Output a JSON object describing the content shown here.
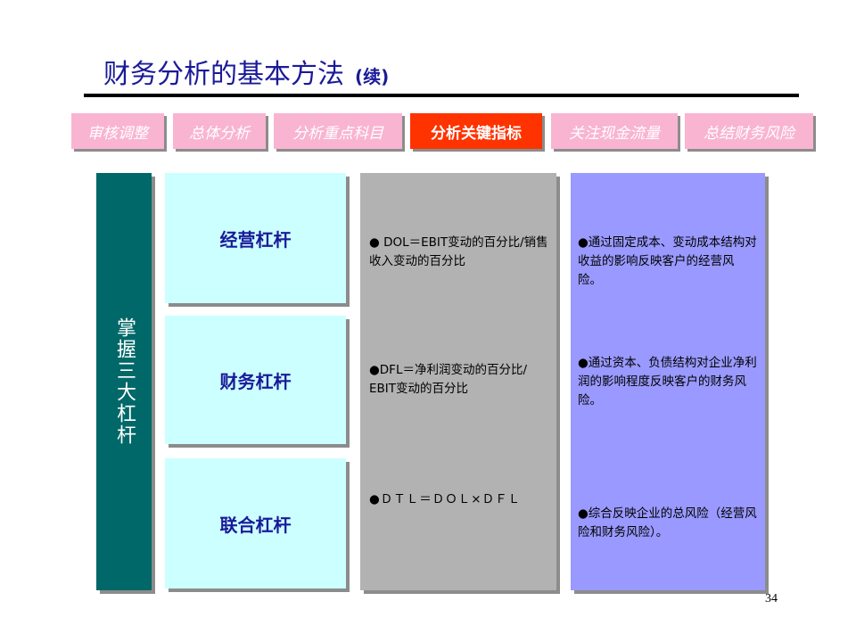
{
  "slide": {
    "title": "财务分析的基本方法",
    "title_suffix": "(续)",
    "page_number": "34"
  },
  "tabs": [
    {
      "label": "审核调整",
      "active": false
    },
    {
      "label": "总体分析",
      "active": false
    },
    {
      "label": "分析重点科目",
      "active": false
    },
    {
      "label": "分析关键指标",
      "active": true
    },
    {
      "label": "关注现金流量",
      "active": false
    },
    {
      "label": "总结财务风险",
      "active": false
    }
  ],
  "side_label": "掌握三大杠杆",
  "rows": [
    {
      "lever": "经营杠杆",
      "formula": "● DOL＝EBIT变动的百分比/销售收入变动的百分比",
      "effect": "●通过固定成本、变动成本结构对收益的影响反映客户的经营风险。"
    },
    {
      "lever": "财务杠杆",
      "formula": "●DFL＝净利润变动的百分比/ EBIT变动的百分比",
      "effect": "●通过资本、负债结构对企业净利润的影响程度反映客户的财务风险。"
    },
    {
      "lever": "联合杠杆",
      "formula": "●ＤＴＬ＝ＤＯＬ×ＤＦＬ",
      "effect": "●综合反映企业的总风险（经营风险和财务风险）。"
    }
  ],
  "colors": {
    "title": "#1a1a99",
    "tab_inactive": "#f9b4d2",
    "tab_active": "#ff3300",
    "side": "#006868",
    "lever_box": "#ccffff",
    "formula_column": "#b2b2b2",
    "effect_column": "#9999ff"
  }
}
